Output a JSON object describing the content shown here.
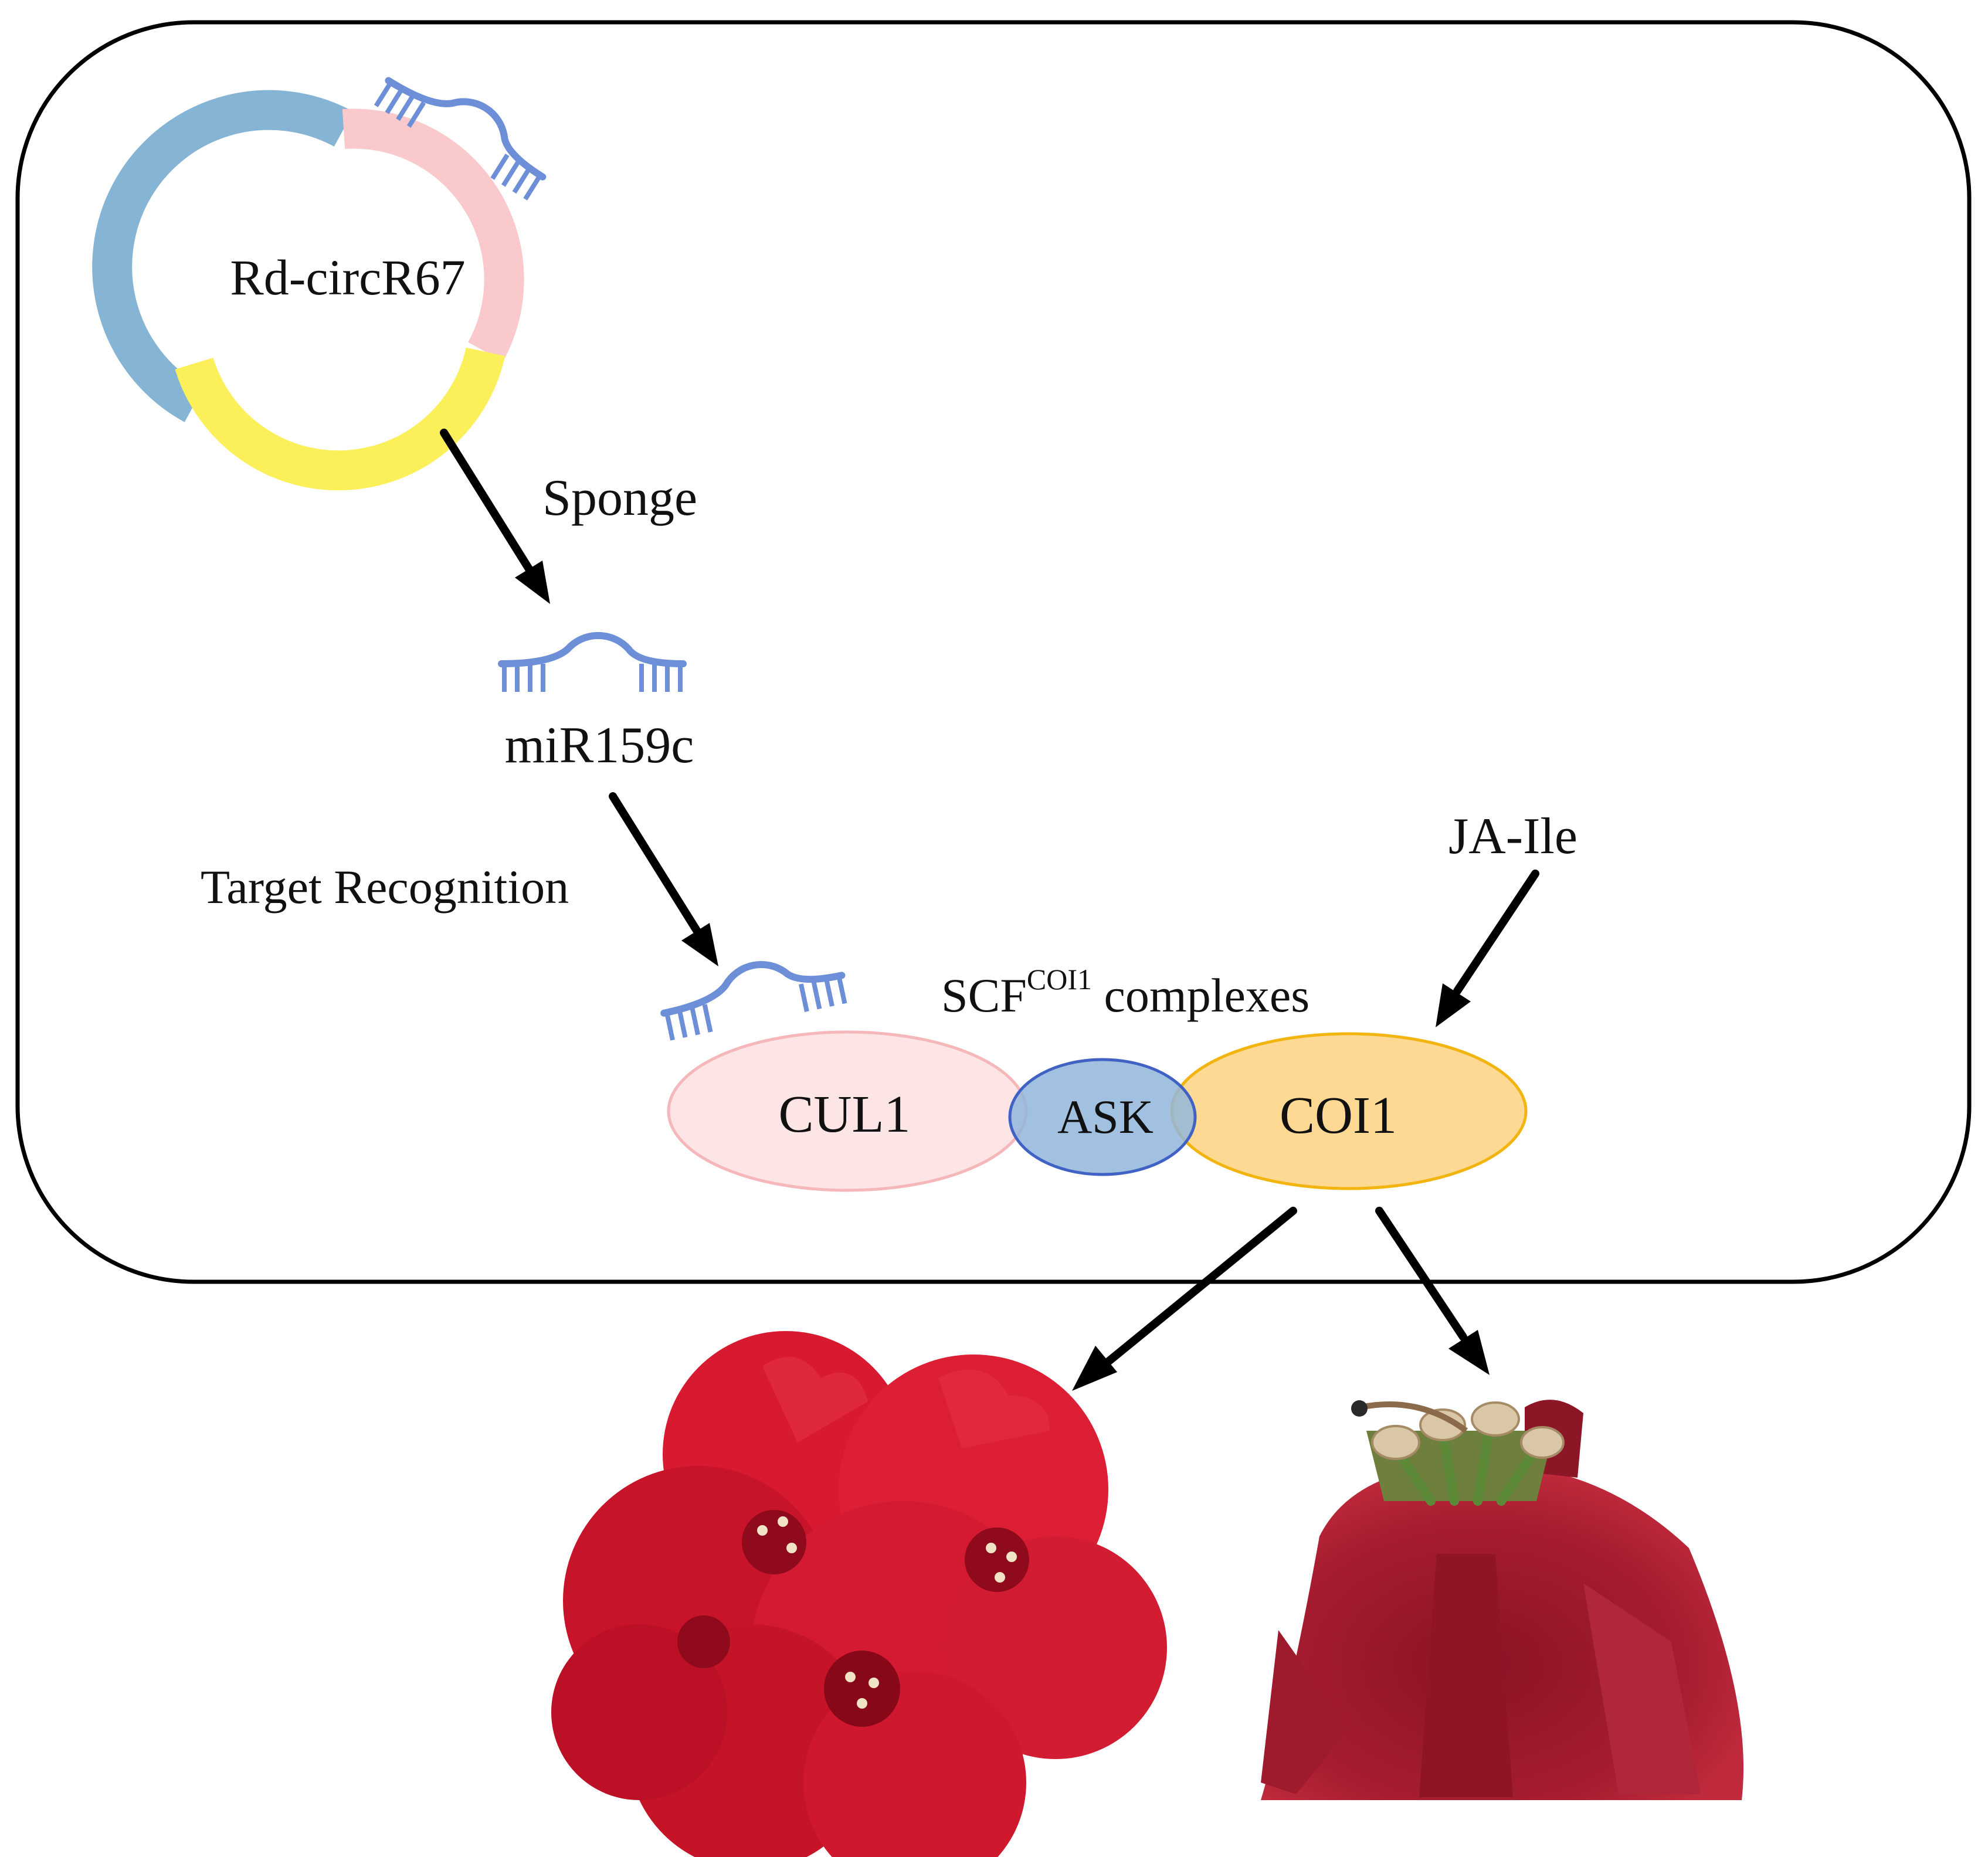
{
  "labels": {
    "circ_rna": "Rd-circR67",
    "sponge": "Sponge",
    "mirna": "miR159c",
    "target_recognition": "Target Recognition",
    "complex_prefix": "SCF",
    "complex_superscript": "COI1",
    "complex_suffix": " complexes",
    "hormone": "JA-Ile",
    "cul1": "CUL1",
    "ask": "ASK",
    "coi1": "COI1"
  },
  "colors": {
    "circ_blue": "#86b4d5",
    "circ_pink": "#f9c9cb",
    "circ_yellow": "#fbf05a",
    "mirna_blue": "#6d8fd8",
    "cul1_fill": "#fde0e2",
    "cul1_stroke": "#f5b7ba",
    "ask_fill": "#92b6db",
    "ask_stroke": "#3f62c4",
    "coi1_fill": "#fdd68b",
    "coi1_stroke": "#f2b40e",
    "flower_red": "#d8182f",
    "wilted_red": "#a61c30"
  },
  "icons": [
    "mirna-icon",
    "circ-rna-ring-icon",
    "fresh-flower-icon",
    "wilted-flower-icon"
  ]
}
